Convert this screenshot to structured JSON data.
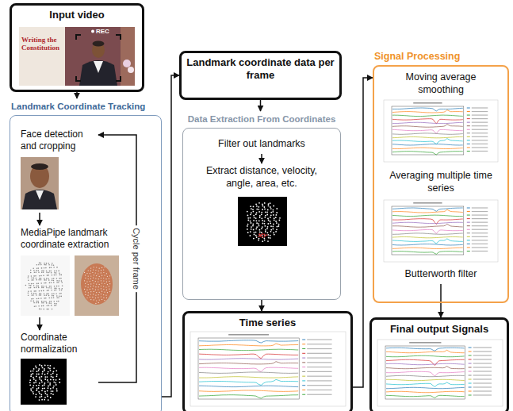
{
  "diagram": {
    "nodes": [
      {
        "text": [
          "Input video"
        ]
      },
      {
        "text": [
          "Landmark Coordinate Tracking"
        ]
      },
      {
        "text": [
          "Face detection and cropping"
        ],
        "in": 1
      },
      {
        "text": [
          "MediaPipe landmark coordinate extraction"
        ],
        "in": 1
      },
      {
        "text": [
          "Coordinate normalization"
        ],
        "in": 1
      },
      {
        "text": [
          "Landmark coordinate data per frame"
        ]
      },
      {
        "text": [
          "Data Extraction From Coordinates"
        ]
      },
      {
        "text": [
          "Filter out landmarks"
        ],
        "in": 6
      },
      {
        "text": [
          "Extract distance, velocity, angle, area, etc."
        ],
        "in": 6
      },
      {
        "text": [
          "Time series"
        ]
      },
      {
        "text": [
          "Signal Processing"
        ]
      },
      {
        "text": [
          "Moving average smoothing"
        ],
        "in": 10
      },
      {
        "text": [
          "Averaging multiple time series"
        ],
        "in": 10
      },
      {
        "text": [
          "Butterworth filter"
        ],
        "in": 10
      },
      {
        "text": [
          "Final output Signals"
        ]
      }
    ],
    "edges": [
      {
        "from": 0,
        "to": 1,
        "arrow": "to"
      },
      {
        "from": 2,
        "to": 3,
        "arrow": "to"
      },
      {
        "from": 3,
        "to": 4,
        "arrow": "to"
      },
      {
        "from": 4,
        "to": 2,
        "label": "Cycle per frame",
        "arrow": "to"
      },
      {
        "from": 1,
        "to": 5,
        "arrow": "to"
      },
      {
        "from": 5,
        "to": 6,
        "arrow": "to"
      },
      {
        "from": 7,
        "to": 8,
        "arrow": "to"
      },
      {
        "from": 6,
        "to": 9,
        "arrow": "to"
      },
      {
        "from": 9,
        "to": 10,
        "arrow": "to"
      },
      {
        "from": 13,
        "to": 14,
        "arrow": "to"
      }
    ],
    "labels": [
      "REC",
      "Writing the Constitution"
    ]
  }
}
